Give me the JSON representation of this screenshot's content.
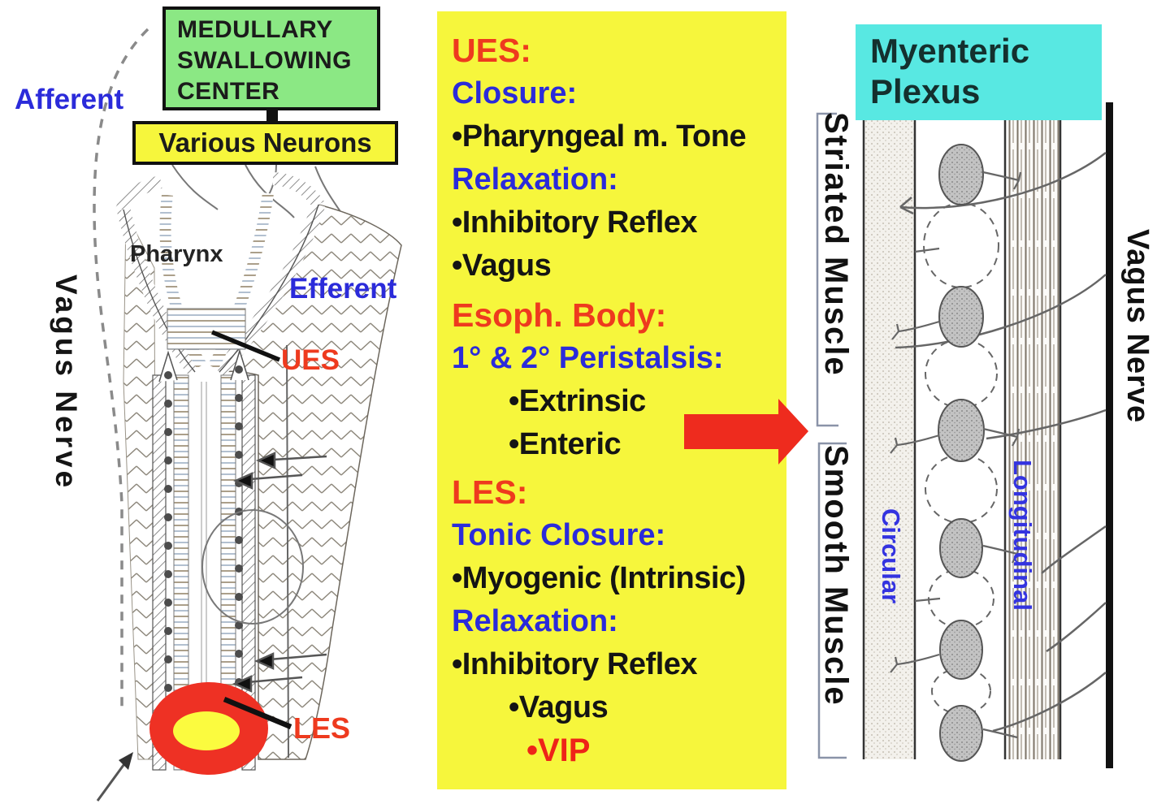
{
  "theme": {
    "yellow": "#F6F63C",
    "green": "#8BE884",
    "cyan": "#58E8E2",
    "red": "#EE3124",
    "red_text": "#EE3A1E",
    "blue": "#2B2BDA"
  },
  "flowchart": {
    "medullary_center": {
      "line1": "MEDULLARY",
      "line2": "SWALLOWING",
      "line3": "CENTER"
    },
    "various_neurons": "Various Neurons"
  },
  "left_figure": {
    "afferent": "Afferent",
    "efferent": "Efferent",
    "vagus_nerve": "Vagus Nerve",
    "pharynx": "Pharynx",
    "ues": "UES",
    "les": "LES"
  },
  "panel": {
    "lines": [
      {
        "text": "UES:",
        "color": "#EE3A1E"
      },
      {
        "text": "Closure:",
        "color": "#2B2BDA"
      },
      {
        "text": "•Pharyngeal m. Tone",
        "color": "#141414"
      },
      {
        "text": "Relaxation:",
        "color": "#2B2BDA"
      },
      {
        "text": "•Inhibitory Reflex",
        "color": "#141414"
      },
      {
        "text": "•Vagus",
        "color": "#141414"
      },
      {
        "text": "Esoph. Body:",
        "color": "#EE3A1E"
      },
      {
        "text": "1° & 2° Peristalsis:",
        "color": "#2B2BDA"
      },
      {
        "text": "•Extrinsic",
        "color": "#141414"
      },
      {
        "text": "•Enteric",
        "color": "#141414"
      },
      {
        "text": "LES:",
        "color": "#EE3A1E"
      },
      {
        "text": "Tonic Closure:",
        "color": "#2B2BDA"
      },
      {
        "text": "•Myogenic (Intrinsic)",
        "color": "#141414"
      },
      {
        "text": "Relaxation:",
        "color": "#2B2BDA"
      },
      {
        "text": "•Inhibitory Reflex",
        "color": "#141414"
      },
      {
        "text": "•Vagus",
        "color": "#141414"
      },
      {
        "text": "•VIP",
        "color": "#EE2418"
      }
    ]
  },
  "right_figure": {
    "myenteric_plexus": {
      "line1": "Myenteric",
      "line2": "Plexus"
    },
    "striated_muscle": "Striated Muscle",
    "smooth_muscle": "Smooth Muscle",
    "circular": "Circular",
    "longitudinal": "Longitudinal",
    "vagus_nerve": "Vagus Nerve"
  }
}
